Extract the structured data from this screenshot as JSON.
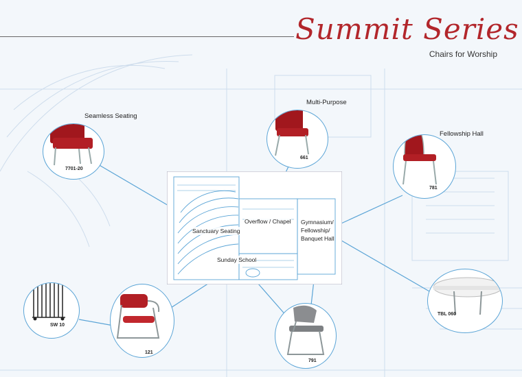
{
  "header": {
    "title": "Summit Series",
    "subtitle": "Chairs for Worship"
  },
  "products": [
    {
      "code": "7701-20",
      "label": "Seamless Seating"
    },
    {
      "code": "661",
      "label": "Multi-Purpose"
    },
    {
      "code": "781",
      "label": "Fellowship Hall"
    },
    {
      "code": "SW 10",
      "label": ""
    },
    {
      "code": "121",
      "label": ""
    },
    {
      "code": "791",
      "label": ""
    },
    {
      "code": "TBL 060",
      "label": ""
    }
  ],
  "floorplan": {
    "areas": [
      "Sanctuary Seating",
      "Overflow / Chapel",
      "Gymnasium/\nFellowship/\nBanquet Hall",
      "Sunday School"
    ]
  },
  "colors": {
    "brand_red": "#b2262b",
    "callout_blue": "#5aa4d6",
    "blueprint": "#c9d9ea"
  }
}
